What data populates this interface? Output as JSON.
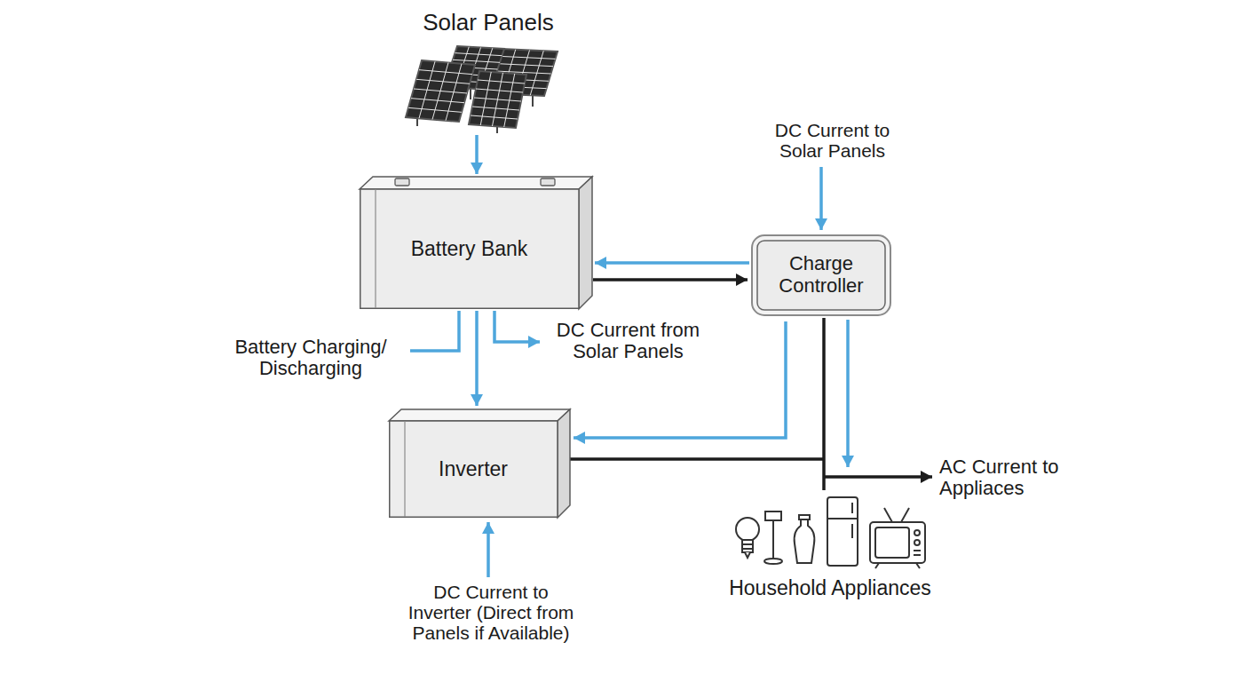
{
  "diagram": {
    "nodes": [
      {
        "text": [
          "Solar Panels"
        ]
      },
      {
        "text": [
          "Battery Bank"
        ]
      },
      {
        "text": [
          "Charge Controller"
        ]
      },
      {
        "text": [
          "Inverter"
        ]
      },
      {
        "text": [
          "Household Appliances"
        ]
      }
    ],
    "edges": [
      {
        "from": 0,
        "to": 1,
        "arrow": "to"
      },
      {
        "from": 2,
        "to": 1,
        "arrow": "to"
      },
      {
        "from": 1,
        "to": 2,
        "arrow": "to"
      },
      {
        "from": 1,
        "to": 3,
        "arrow": "to"
      },
      {
        "from": 2,
        "to": 3,
        "arrow": "to"
      },
      {
        "from": 2,
        "to": 4,
        "arrow": "to"
      }
    ],
    "labels": [
      "DC Current to Solar Panels",
      "Battery Charging/ Discharging",
      "DC Current from Solar Panels",
      "AC Current to Appliaces",
      "DC Current to Inverter (Direct from Panels if Available)"
    ]
  }
}
